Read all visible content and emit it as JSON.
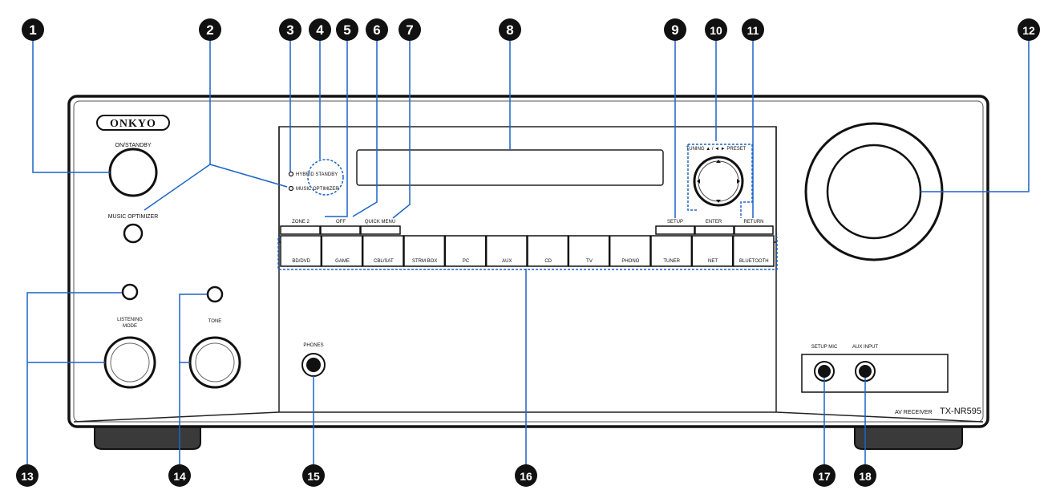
{
  "brand": "ONKYO",
  "model": {
    "prefix": "AV RECEIVER",
    "name": "TX-NR595"
  },
  "labels": {
    "on_standby": "ON/STANDBY",
    "music_optimizer": "MUSIC OPTIMIZER",
    "hybrid_standby": "HYBRID STANDBY",
    "music_optimizer_ind": "MUSIC OPTIMIZER",
    "zone2": "ZONE 2",
    "off": "OFF",
    "quick_menu": "QUICK MENU",
    "setup": "SETUP",
    "enter": "ENTER",
    "return": "RETURN",
    "tuning_preset": "TUNING ▲ / ◄ ► PRESET",
    "listening_mode_1": "LISTENING",
    "listening_mode_2": "MODE",
    "tone": "TONE",
    "phones": "PHONES",
    "setup_mic": "SETUP MIC",
    "aux_input": "AUX INPUT"
  },
  "input_selectors": [
    "BD/DVD",
    "GAME",
    "CBL/SAT",
    "STRM BOX",
    "PC",
    "AUX",
    "CD",
    "TV",
    "PHONO",
    "TUNER",
    "NET",
    "BLUETOOTH"
  ],
  "callouts": [
    "1",
    "2",
    "3",
    "4",
    "5",
    "6",
    "7",
    "8",
    "9",
    "10",
    "11",
    "12",
    "13",
    "14",
    "15",
    "16",
    "17",
    "18"
  ]
}
